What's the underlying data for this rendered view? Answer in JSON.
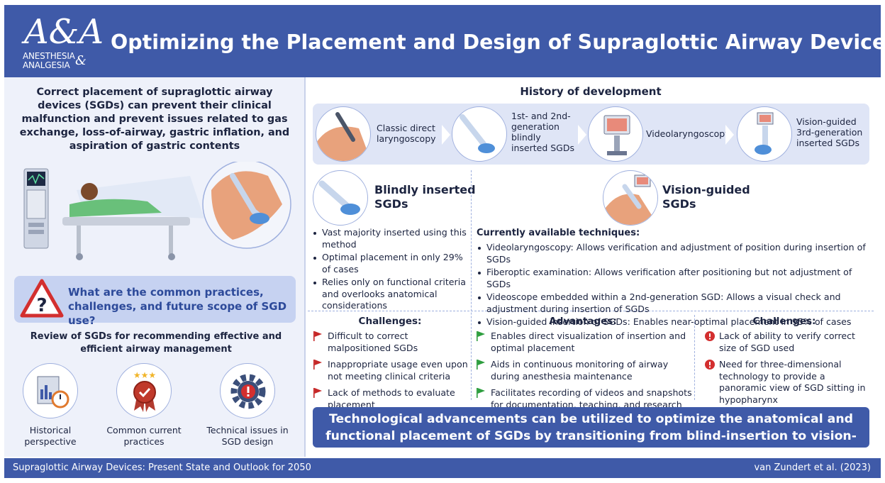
{
  "header": {
    "logo_mark": "A&A",
    "logo_line1": "ANESTHESIA",
    "logo_line2": "ANALGESIA",
    "logo_amp": "&",
    "title": "Optimizing the Placement and Design of Supraglottic Airway Devices"
  },
  "left": {
    "intro": "Correct placement of supraglottic airway devices (SGDs) can prevent their clinical malfunction and prevent issues related to gas exchange, loss-of-airway, gastric inflation, and aspiration of gastric contents",
    "question": "What are the common practices, challenges, and future scope of SGD use?",
    "review": "Review of SGDs for recommending effective and efficient airway management",
    "icons": [
      {
        "label": "Historical perspective"
      },
      {
        "label": "Common current practices"
      },
      {
        "label": "Technical issues in SGD design"
      }
    ]
  },
  "history": {
    "title": "History of development",
    "steps": [
      {
        "label": "Classic direct laryngoscopy"
      },
      {
        "label": "1st- and 2nd-generation blindly inserted SGDs"
      },
      {
        "label": "Videolaryngoscopy"
      },
      {
        "label": "Vision-guided 3rd-generation inserted SGDs"
      }
    ]
  },
  "blind": {
    "title_line1": "Blindly inserted",
    "title_line2": "SGDs",
    "points": [
      "Vast majority inserted using this method",
      "Optimal placement in only 29% of cases",
      "Relies only on functional criteria and overlooks anatomical considerations"
    ],
    "challenges_title": "Challenges:",
    "challenges": [
      "Difficult to correct malpositioned SGDs",
      "Inappropriate usage even upon not meeting clinical criteria",
      "Lack of methods to evaluate placement"
    ]
  },
  "vision": {
    "title_line1": "Vision-guided",
    "title_line2": "SGDs",
    "techniques_title": "Currently available techniques:",
    "techniques": [
      "Videolaryngoscopy: Allows verification and adjustment of position during insertion of SGDs",
      "Fiberoptic examination: Allows verification after positioning but not adjustment of SGDs",
      "Videoscope embedded within a 2nd-generation SGD: Allows a visual check and adjustment during insertion of SGDs",
      "Vision-guided insertion of SGDs: Enables near-optimal placement in 95% of cases"
    ],
    "advantages_title": "Advantages:",
    "advantages": [
      "Enables direct visualization of insertion and optimal placement",
      "Aids in continuous monitoring of airway during anesthesia maintenance",
      "Facilitates recording of videos and snapshots for documentation, teaching, and research"
    ],
    "challenges_title": "Challenges:",
    "challenges": [
      "Lack of ability to verify correct size of SGD used",
      "Need for three-dimensional technology to provide a panoramic view of SGD sitting in hypopharynx"
    ]
  },
  "conclusion": "Technological advancements can be utilized to optimize the anatomical and functional placement of SGDs by transitioning from blind-insertion to vision-guided techniques",
  "footer": {
    "left": "Supraglottic Airway Devices: Present State and Outlook for 2050",
    "right": "van Zundert et al. (2023)"
  },
  "colors": {
    "brand_blue": "#3f5aa8",
    "panel_bg": "#eef1fa",
    "question_bg": "#c6d2f1",
    "flag_red": "#c62828",
    "flag_green": "#2e9e3f",
    "warning_red": "#d32f2f"
  }
}
